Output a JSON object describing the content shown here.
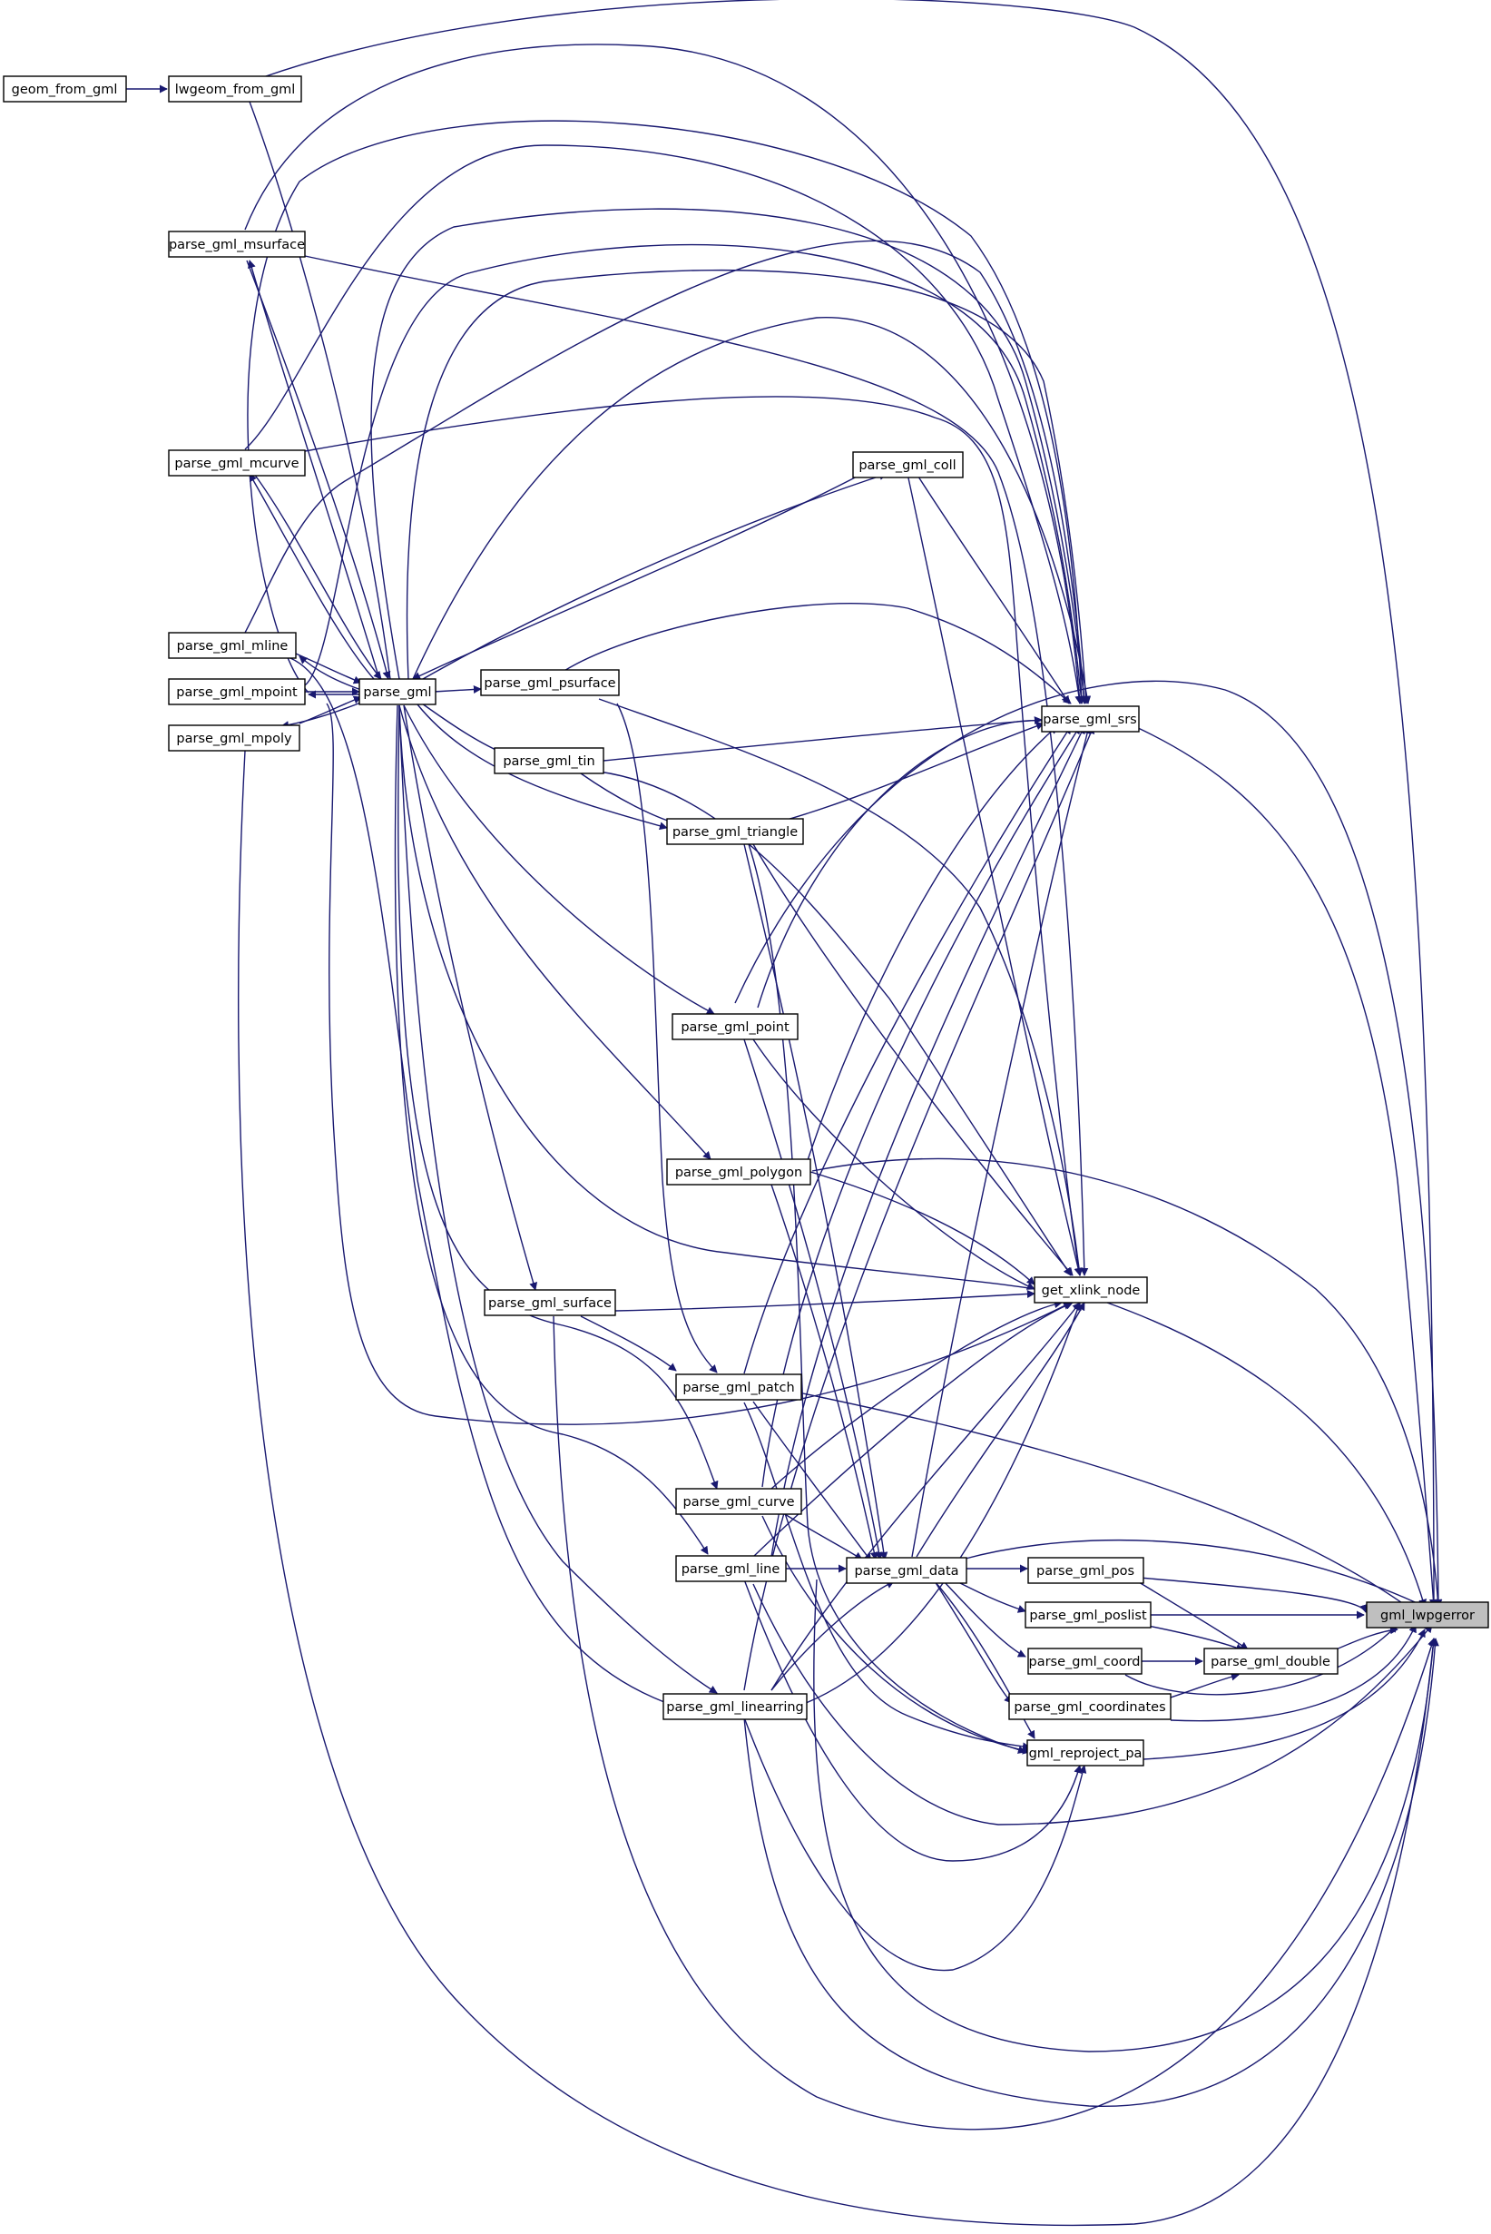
{
  "colors": {
    "edge": "#191970",
    "highlight_fill": "#bfbfbf",
    "node_fill": "#ffffff",
    "node_border": "#000000"
  },
  "nodes": {
    "geom_from_gml": "geom_from_gml",
    "lwgeom_from_gml": "lwgeom_from_gml",
    "parse_gml_msurface": "parse_gml_msurface",
    "parse_gml_coll": "parse_gml_coll",
    "parse_gml_mcurve": "parse_gml_mcurve",
    "parse_gml_mline": "parse_gml_mline",
    "parse_gml_psurface": "parse_gml_psurface",
    "parse_gml_mpoint": "parse_gml_mpoint",
    "parse_gml": "parse_gml",
    "parse_gml_srs": "parse_gml_srs",
    "parse_gml_mpoly": "parse_gml_mpoly",
    "parse_gml_tin": "parse_gml_tin",
    "parse_gml_triangle": "parse_gml_triangle",
    "parse_gml_point": "parse_gml_point",
    "parse_gml_polygon": "parse_gml_polygon",
    "get_xlink_node": "get_xlink_node",
    "parse_gml_surface": "parse_gml_surface",
    "parse_gml_patch": "parse_gml_patch",
    "parse_gml_curve": "parse_gml_curve",
    "parse_gml_line": "parse_gml_line",
    "parse_gml_data": "parse_gml_data",
    "parse_gml_pos": "parse_gml_pos",
    "gml_lwpgerror": "gml_lwpgerror",
    "parse_gml_poslist": "parse_gml_poslist",
    "parse_gml_coord": "parse_gml_coord",
    "parse_gml_double": "parse_gml_double",
    "parse_gml_coordinates": "parse_gml_coordinates",
    "parse_gml_linearring": "parse_gml_linearring",
    "gml_reproject_pa": "gml_reproject_pa"
  }
}
